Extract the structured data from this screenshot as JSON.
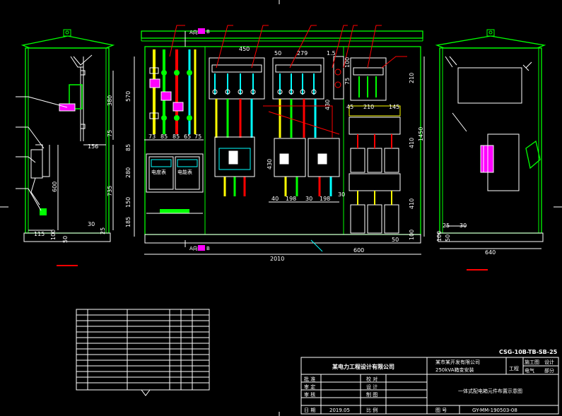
{
  "colors": {
    "background": "#000000",
    "cabinet": "#00ff00",
    "panel": "#ffffff",
    "cyan": "#00ffff",
    "yellow": "#ffff00",
    "red": "#ff0000",
    "magenta": "#ff00ff",
    "dimension": "#ffffff"
  },
  "section_marks": {
    "top": "A向",
    "bottom": "A向",
    "tag": "B"
  },
  "dimensions": {
    "front": {
      "total_width": "2010",
      "heights": [
        "570",
        "85",
        "280",
        "150",
        "185"
      ],
      "widths": [
        "73",
        "85",
        "85",
        "65",
        "75"
      ],
      "top": [
        "450",
        "50",
        "279",
        "1.5"
      ],
      "mid": [
        "430",
        "430"
      ],
      "bottom": [
        "40",
        "198",
        "30",
        "198",
        "30"
      ],
      "right_cols": [
        "45",
        "210",
        "145"
      ],
      "right_heights": [
        "210",
        "1450",
        "410",
        "410",
        "100"
      ],
      "bottom_right": [
        "600",
        "50"
      ],
      "top_right": [
        "100",
        "75"
      ]
    },
    "left_side": {
      "heights": [
        "380",
        "75",
        "600",
        "735",
        "100"
      ],
      "widths": [
        "156",
        "115",
        "50",
        "30",
        "25"
      ]
    },
    "right_side": {
      "width": "640",
      "bottom": [
        "25",
        "30",
        "50",
        "100"
      ]
    }
  },
  "meter_labels": [
    "电度表",
    "电能表"
  ],
  "title_block": {
    "drawing_code": "CSG-10B-TB-SB-25",
    "designer_company": "某电力工程设计有限公司",
    "client_company": "某市某开发有限公司",
    "project": "250kVA箱变安装",
    "project_label": "工程",
    "stage": "施工图",
    "stage_label": "设计",
    "discipline": "电气",
    "discipline_label": "部分",
    "drawing_title": "一体式配电箱元件布置示意图",
    "row_labels_left": [
      "批 准",
      "审 定",
      "审 核",
      "日 期"
    ],
    "row_labels_right": [
      "校 对",
      "设 计",
      "制 图",
      "比 例"
    ],
    "date": "2019.05",
    "number_label": "图  号",
    "drawing_number": "GY-MM-190503-08"
  }
}
